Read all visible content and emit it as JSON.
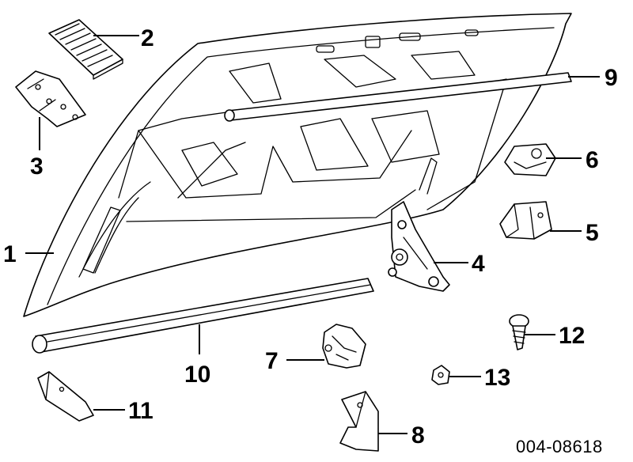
{
  "diagram": {
    "callouts": [
      {
        "id": "1",
        "label": "1"
      },
      {
        "id": "2",
        "label": "2"
      },
      {
        "id": "3",
        "label": "3"
      },
      {
        "id": "4",
        "label": "4"
      },
      {
        "id": "5",
        "label": "5"
      },
      {
        "id": "6",
        "label": "6"
      },
      {
        "id": "7",
        "label": "7"
      },
      {
        "id": "8",
        "label": "8"
      },
      {
        "id": "9",
        "label": "9"
      },
      {
        "id": "10",
        "label": "10"
      },
      {
        "id": "11",
        "label": "11"
      },
      {
        "id": "12",
        "label": "12"
      },
      {
        "id": "13",
        "label": "13"
      }
    ],
    "reference_code": "004-08618"
  }
}
